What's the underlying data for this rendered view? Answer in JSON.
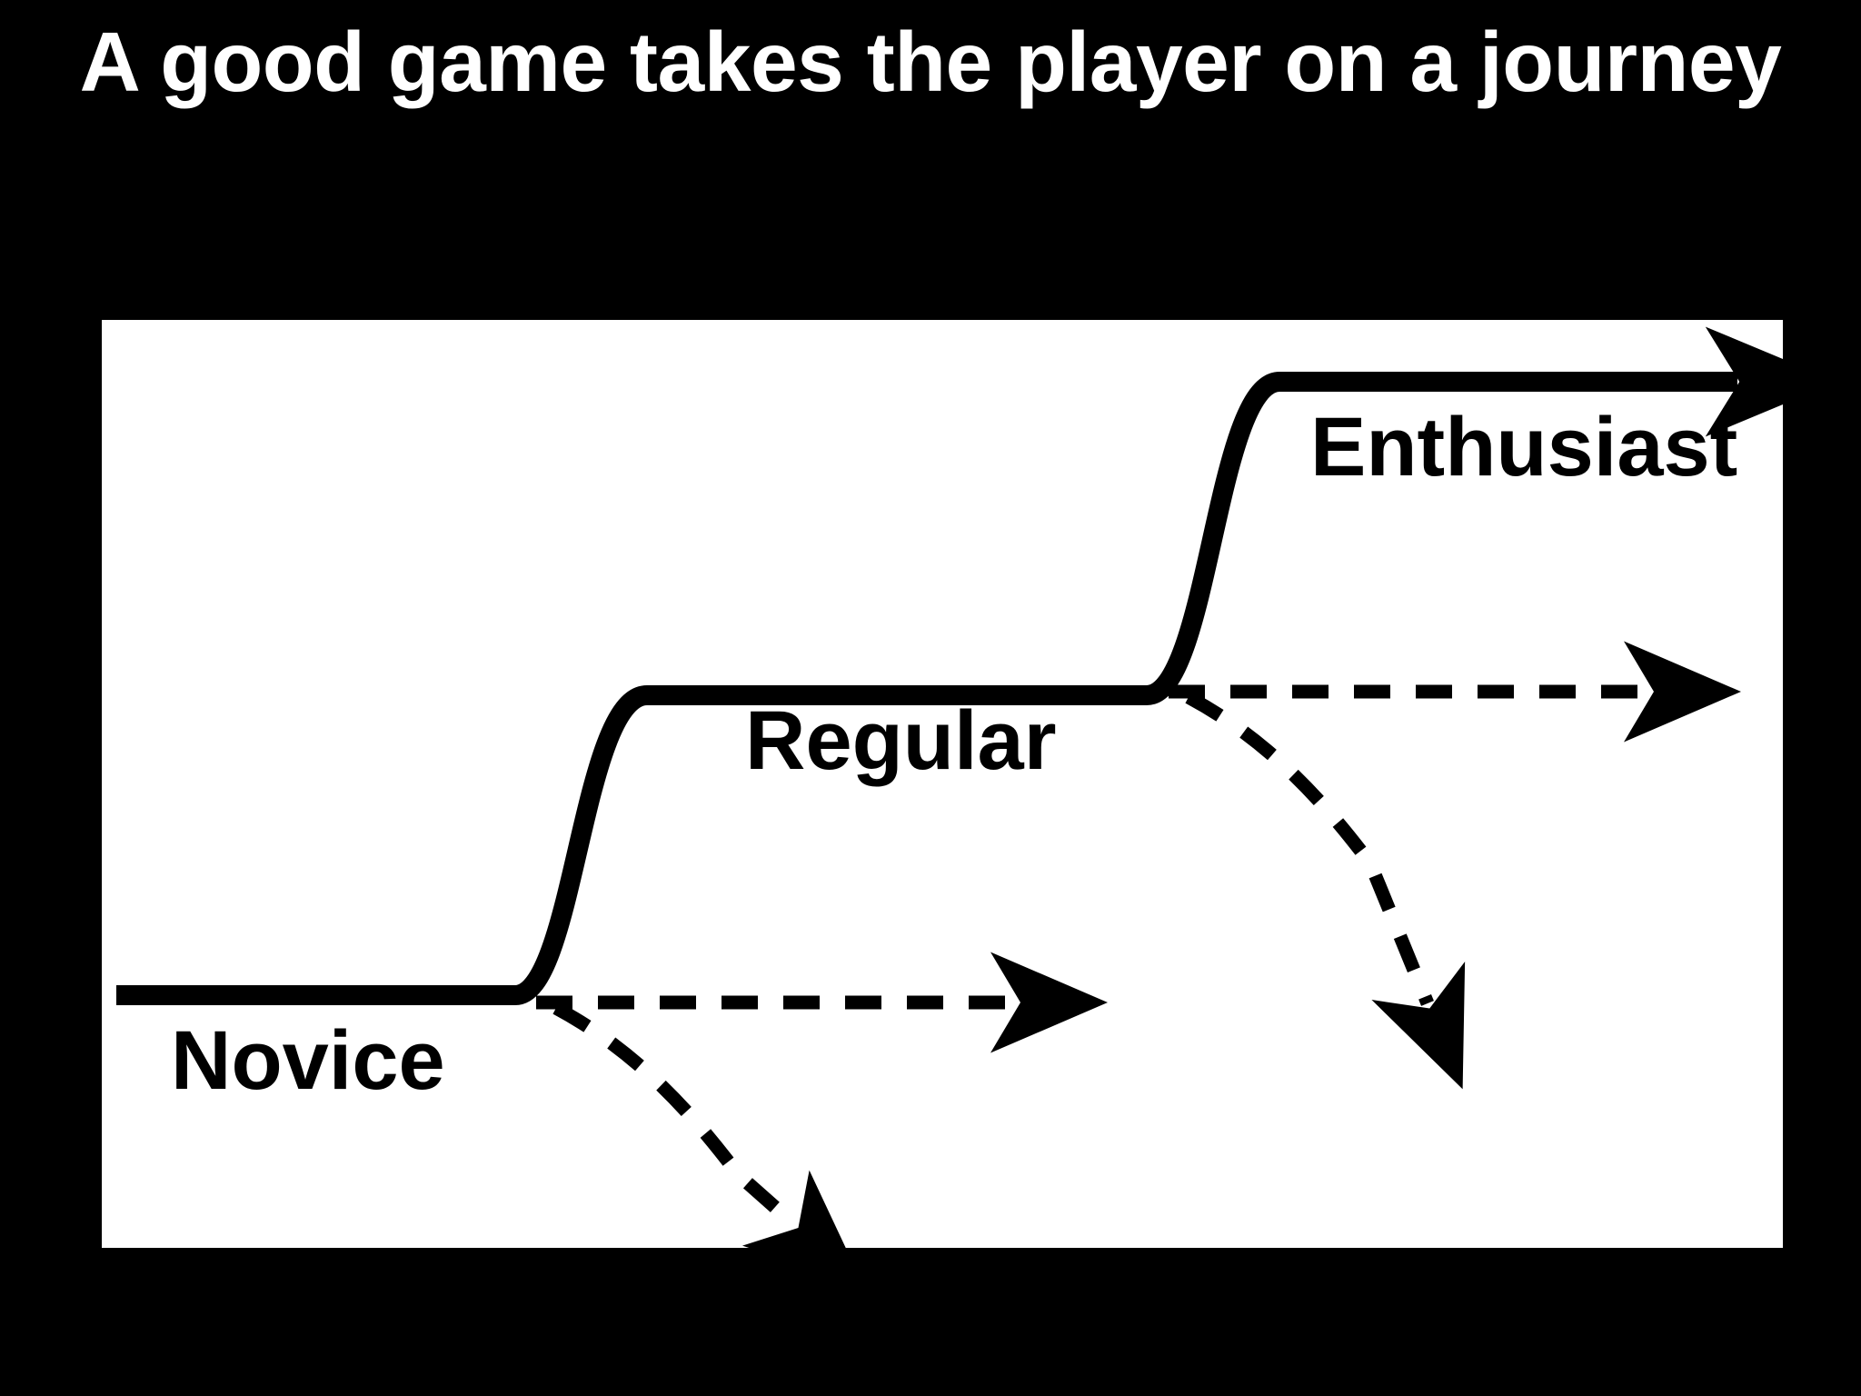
{
  "slide": {
    "title": "A good game takes the player on a journey",
    "background_color": "#000000",
    "title_color": "#ffffff",
    "panel_color": "#ffffff",
    "ink_color": "#000000"
  },
  "diagram": {
    "name": "player-progression-staircase",
    "stages": [
      {
        "id": "novice",
        "label": "Novice"
      },
      {
        "id": "regular",
        "label": "Regular"
      },
      {
        "id": "enthusiast",
        "label": "Enthusiast"
      }
    ],
    "solid_path_description": "Continuous bold S-curve staircase rising through three plateaus, ending in a right-pointing arrowhead",
    "dashed_branches": [
      {
        "id": "novice-plateau-dropout",
        "from_stage": "novice",
        "horizontal_arrow": "stays flat and exits right",
        "falling_arrow": "curves downward and exits bottom"
      },
      {
        "id": "regular-plateau-dropout",
        "from_stage": "regular",
        "horizontal_arrow": "stays flat and exits right",
        "falling_arrow": "curves downward and exits bottom"
      }
    ]
  },
  "chart_data": {
    "type": "line",
    "title": "A good game takes the player on a journey",
    "xlabel": "",
    "ylabel": "",
    "grid": false,
    "legend": "none",
    "xlim": [
      0,
      1850
    ],
    "ylim": [
      0,
      1021
    ],
    "series": [
      {
        "name": "Player progression (solid)",
        "style": "solid",
        "arrow_end": true,
        "points": [
          [
            16,
            743
          ],
          [
            473,
            743
          ],
          [
            608,
            413
          ],
          [
            1168,
            413
          ],
          [
            1303,
            68
          ],
          [
            1848,
            68
          ]
        ]
      },
      {
        "name": "Novice plateau dropout (flat, dashed)",
        "style": "dashed",
        "arrow_end": true,
        "points": [
          [
            473,
            751
          ],
          [
            1030,
            751
          ]
        ]
      },
      {
        "name": "Novice plateau dropout (falling, dashed)",
        "style": "dashed",
        "arrow_end": true,
        "points": [
          [
            498,
            755
          ],
          [
            640,
            860
          ],
          [
            770,
            1000
          ]
        ]
      },
      {
        "name": "Regular plateau dropout (flat, dashed)",
        "style": "dashed",
        "arrow_end": true,
        "points": [
          [
            1168,
            409
          ],
          [
            1730,
            409
          ]
        ]
      },
      {
        "name": "Regular plateau dropout (falling, dashed)",
        "style": "dashed",
        "arrow_end": true,
        "points": [
          [
            1193,
            413
          ],
          [
            1335,
            518
          ],
          [
            1468,
            758
          ]
        ]
      }
    ],
    "annotations": [
      {
        "text": "Novice",
        "x": 76,
        "y": 769
      },
      {
        "text": "Regular",
        "x": 708,
        "y": 417
      },
      {
        "text": "Enthusiast",
        "x": 1330,
        "y": 94
      }
    ]
  }
}
